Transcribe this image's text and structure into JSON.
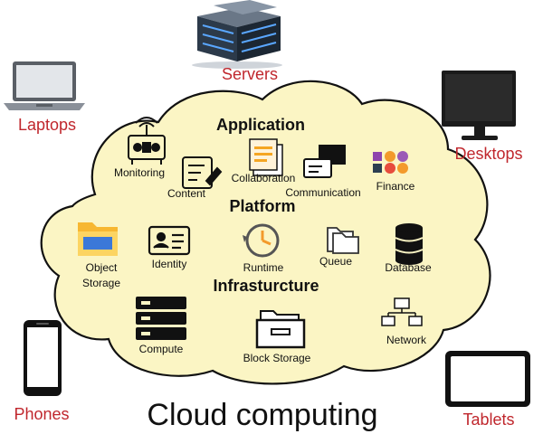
{
  "title": "Cloud computing",
  "devices": {
    "servers": "Servers",
    "laptops": "Laptops",
    "desktops": "Desktops",
    "phones": "Phones",
    "tablets": "Tablets"
  },
  "sections": {
    "application": "Application",
    "platform": "Platform",
    "infrastructure": "Infrasturcture"
  },
  "services": {
    "monitoring": "Monitoring",
    "content": "Content",
    "collaboration": "Collaboration",
    "communication": "Communication",
    "finance": "Finance",
    "object_storage_line1": "Object",
    "object_storage_line2": "Storage",
    "identity": "Identity",
    "runtime": "Runtime",
    "queue": "Queue",
    "database": "Database",
    "compute": "Compute",
    "block_storage": "Block Storage",
    "network": "Network"
  },
  "colors": {
    "cloud_fill": "#fbf5c4",
    "device_label": "#c0272d",
    "finance_orange": "#f39a2b",
    "collab_orange": "#f5a623",
    "folder_yellow": "#f7b731",
    "folder_blue": "#3b78d8"
  }
}
